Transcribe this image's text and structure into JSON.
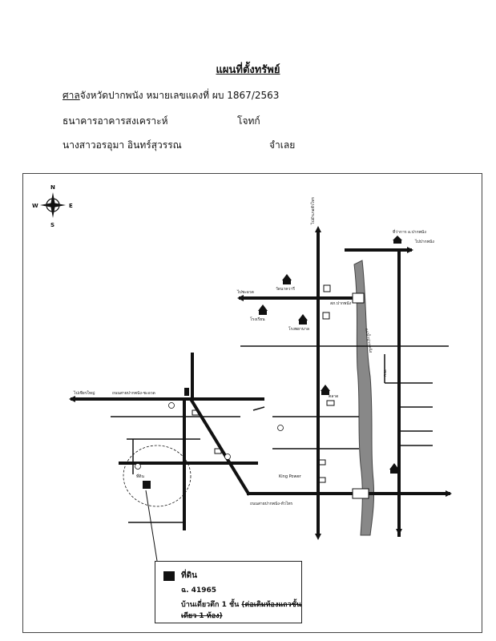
{
  "header": {
    "title": "แผนที่ตั้งทรัพย์",
    "court_prefix": "ศาล",
    "court_rest": "จังหวัดปากพนัง หมายเลขแดงที่ ผบ 1867/2563",
    "plaintiff": "ธนาคารอาคารสงเคราะห์",
    "plaintiff_role": "โจทก์",
    "defendant": "นางสาวอรอุมา อินทร์สุวรรณ",
    "defendant_role": "จำเลย"
  },
  "compass": {
    "n": "N",
    "s": "S",
    "e": "E",
    "w": "W"
  },
  "map_labels": {
    "to_hua_sai": "ไปอำเภอหัวไทร",
    "to_pak_phanang_top": "ไปปากพนัง",
    "district_office": "ที่ว่าการ อ.ปากพนัง",
    "to_chian_yai": "ไปเชียรใหญ่",
    "to_cha_uat": "ไปชะอวด",
    "wat": "วัดนาควารี",
    "school": "โรงเรียน",
    "hospital": "โรงพยาบาล",
    "police": "สภ.ปากพนัง",
    "market": "ตลาด",
    "king_power": "King Power",
    "land_marker": "ที่ดิน",
    "road_main": "ถนนสายปากพนัง-ชะอวด",
    "road_rail": "ถนนสายปากพนัง-หัวไทร",
    "km": "ก.ม.",
    "river": "แม่น้ำปากพนัง"
  },
  "legend": {
    "land": "ที่ดิน",
    "title_deed": "ฉ. 41965",
    "house_prefix": "บ้านเดี่ยวตึก 1 ชั้น",
    "house_struck": "(ต่อเติมห้องแถวชั้นเดียว 1 ห้อง)"
  }
}
